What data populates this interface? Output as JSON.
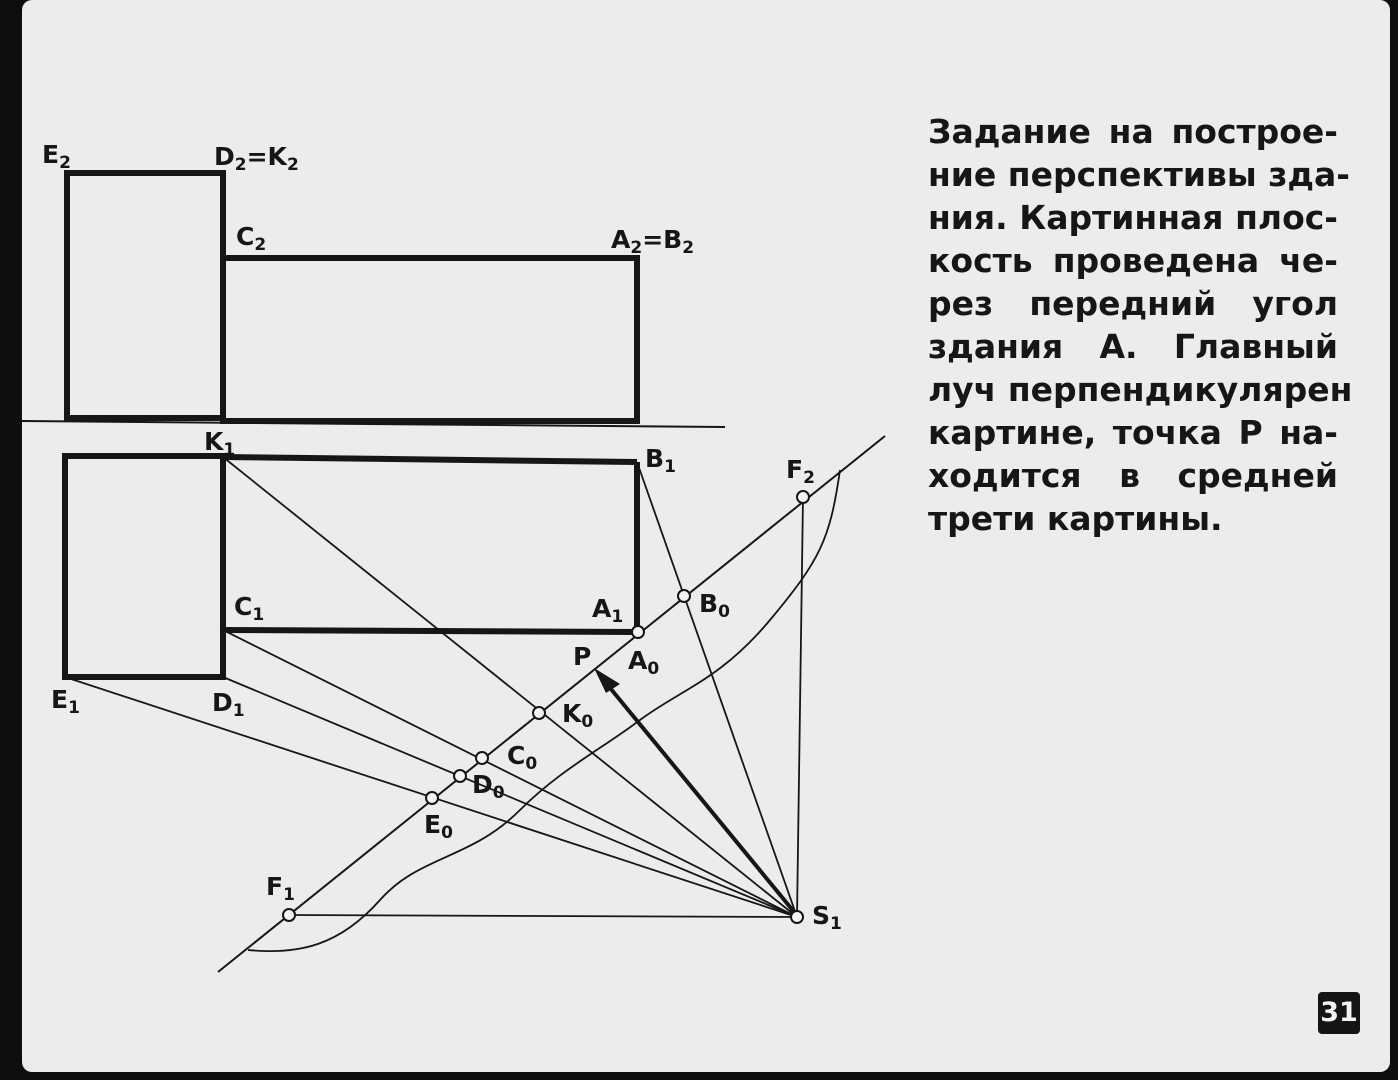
{
  "caption": {
    "lines": [
      "Задание на построе-",
      "ние перспективы зда-",
      "ния. Картинная плос-",
      "кость проведена че-",
      "рез передний угол",
      "здания А. Главный",
      "луч перпендикулярен",
      "картине, точка Р на-",
      "ходится в средней",
      "трети картины."
    ]
  },
  "page_number": "31",
  "labels": {
    "E2": {
      "base": "E",
      "sub": "2"
    },
    "D2K2": {
      "base": "D",
      "sub": "2",
      "base2": "=K",
      "sub2": "2"
    },
    "C2": {
      "base": "C",
      "sub": "2"
    },
    "A2B2": {
      "base": "A",
      "sub": "2",
      "base2": "=B",
      "sub2": "2"
    },
    "K1": {
      "base": "K",
      "sub": "1"
    },
    "B1": {
      "base": "B",
      "sub": "1"
    },
    "F2": {
      "base": "F",
      "sub": "2"
    },
    "B0": {
      "base": "B",
      "sub": "0"
    },
    "C1": {
      "base": "C",
      "sub": "1"
    },
    "A1": {
      "base": "A",
      "sub": "1"
    },
    "P": {
      "base": "P",
      "sub": ""
    },
    "A0": {
      "base": "A",
      "sub": "0"
    },
    "E1": {
      "base": "E",
      "sub": "1"
    },
    "D1": {
      "base": "D",
      "sub": "1"
    },
    "K0": {
      "base": "K",
      "sub": "0"
    },
    "C0": {
      "base": "C",
      "sub": "0"
    },
    "D0": {
      "base": "D",
      "sub": "0"
    },
    "E0": {
      "base": "E",
      "sub": "0"
    },
    "F1": {
      "base": "F",
      "sub": "1"
    },
    "S1": {
      "base": "S",
      "sub": "1"
    }
  }
}
